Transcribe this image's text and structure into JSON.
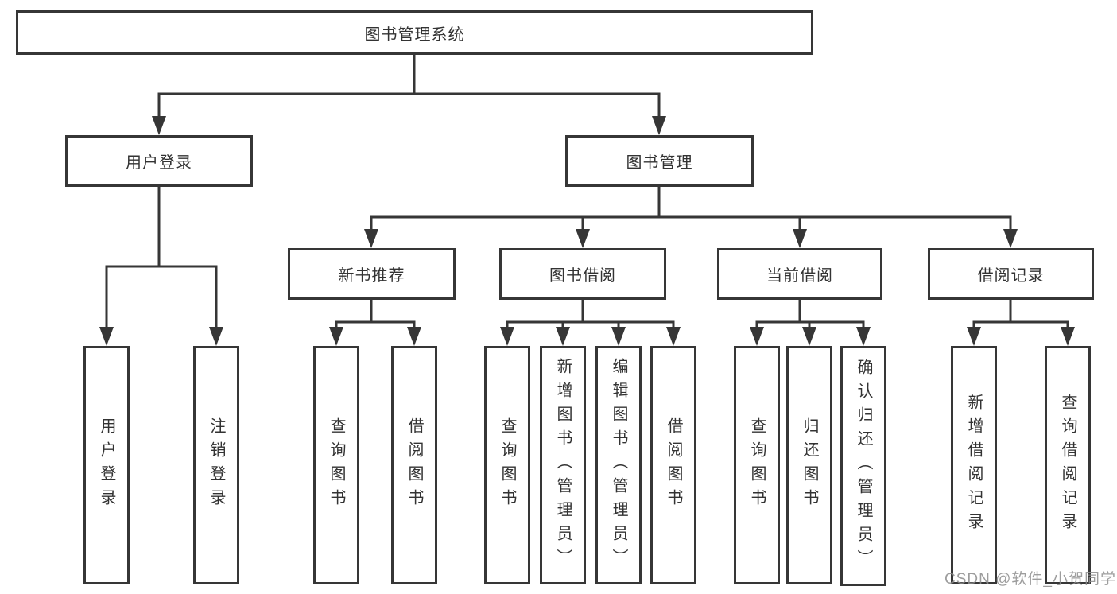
{
  "diagram": {
    "root": "图书管理系统",
    "user_branch": {
      "label": "用户登录",
      "children": [
        "用户登录",
        "注销登录"
      ]
    },
    "book_branch": {
      "label": "图书管理",
      "groups": [
        {
          "label": "新书推荐",
          "children": [
            "查询图书",
            "借阅图书"
          ]
        },
        {
          "label": "图书借阅",
          "children": [
            "查询图书",
            "新增图书（管理员）",
            "编辑图书（管理员）",
            "借阅图书"
          ]
        },
        {
          "label": "当前借阅",
          "children": [
            "查询图书",
            "归还图书",
            "确认归还（管理员）"
          ]
        },
        {
          "label": "借阅记录",
          "children": [
            "新增借阅记录",
            "查询借阅记录"
          ]
        }
      ]
    },
    "line_color": "#363636",
    "box_background": "#ffffff",
    "text_color": "#333333"
  },
  "watermark": "CSDN @软件_小贺同学"
}
